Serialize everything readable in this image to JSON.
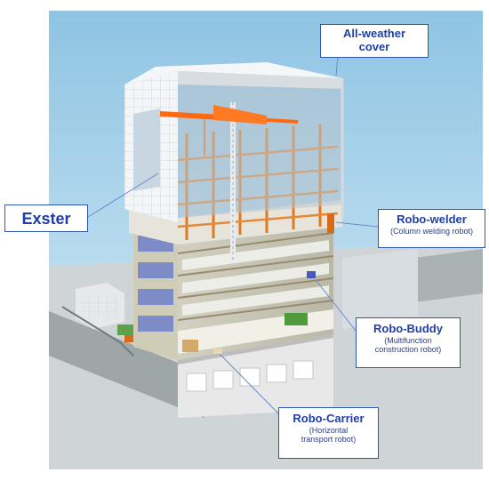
{
  "callouts": {
    "cover": {
      "line1": "All-weather",
      "line2": "cover"
    },
    "exster": {
      "title": "Exster"
    },
    "welder": {
      "title": "Robo-welder",
      "sub": "(Column welding robot)"
    },
    "buddy": {
      "title": "Robo-Buddy",
      "sub1": "(Multifunction",
      "sub2": "construction robot)"
    },
    "carrier": {
      "title": "Robo-Carrier",
      "sub1": "(Horizontal",
      "sub2": "transport robot)"
    }
  },
  "colors": {
    "background_panel": "#c7e2f1",
    "steel": "#e07a1f",
    "crane": "#ff6a10",
    "callout_text": "#1f3fa6",
    "leader_line": "#6a8ccc"
  }
}
